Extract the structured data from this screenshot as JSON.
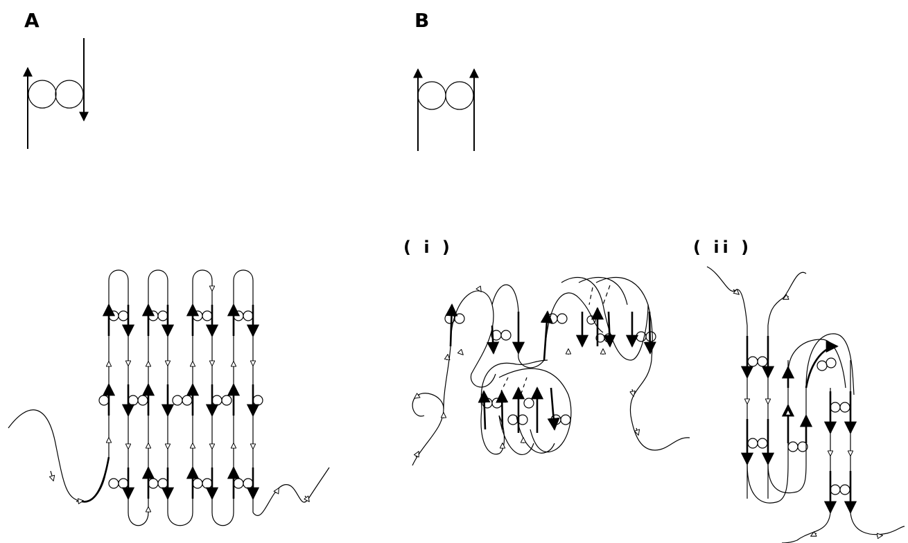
{
  "panel_a": {
    "label": "A"
  },
  "panel_b": {
    "label": "B"
  },
  "sub_i": {
    "label": "( i )"
  },
  "sub_ii": {
    "label": "( ii )"
  },
  "colors": {
    "ink": "#000000",
    "background": "#ffffff"
  }
}
